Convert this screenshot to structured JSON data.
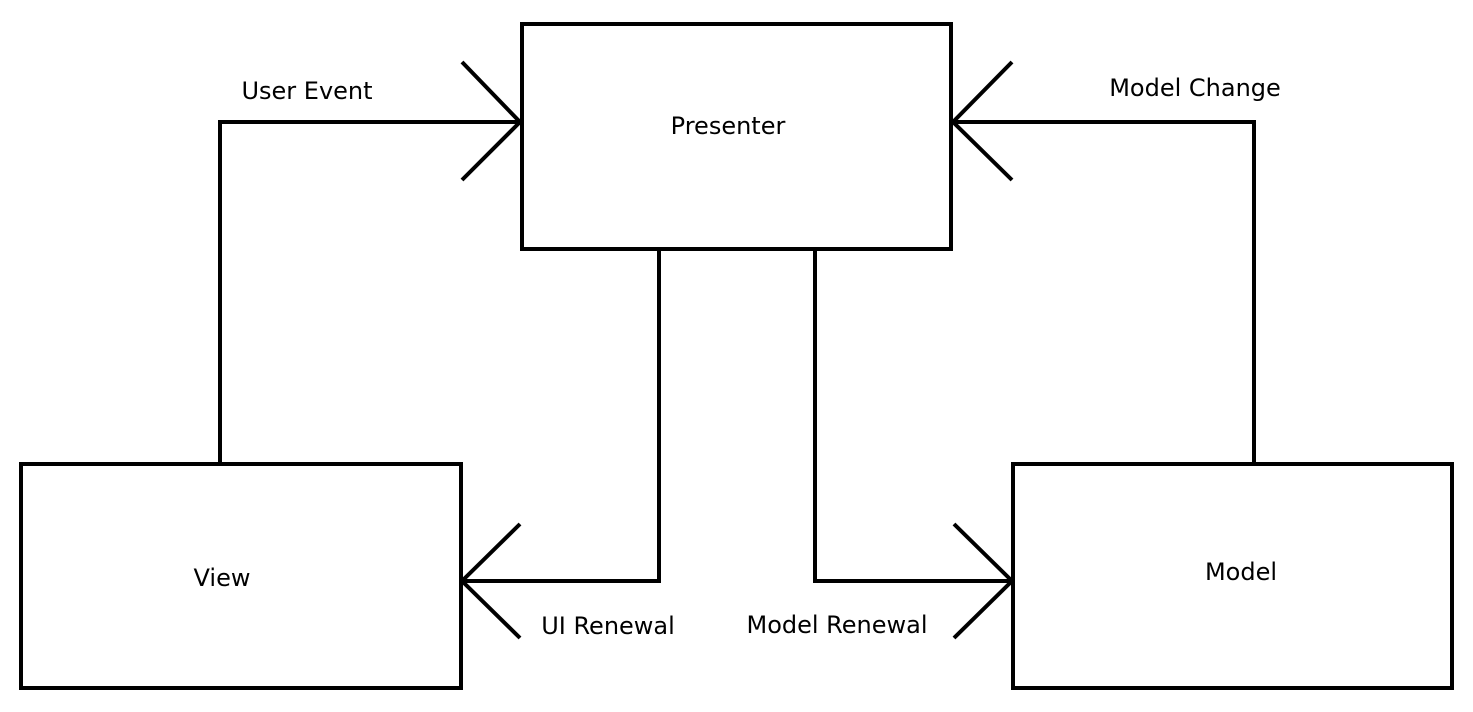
{
  "nodes": {
    "presenter": {
      "label": "Presenter"
    },
    "view": {
      "label": "View"
    },
    "model": {
      "label": "Model"
    }
  },
  "edges": {
    "user_event": {
      "label": "User Event",
      "from": "View",
      "to": "Presenter"
    },
    "model_change": {
      "label": "Model Change",
      "from": "Model",
      "to": "Presenter"
    },
    "ui_renewal": {
      "label": "UI Renewal",
      "from": "Presenter",
      "to": "View"
    },
    "model_renewal": {
      "label": "Model Renewal",
      "from": "Presenter",
      "to": "Model"
    }
  },
  "colors": {
    "stroke": "#000000",
    "background": "#ffffff"
  }
}
